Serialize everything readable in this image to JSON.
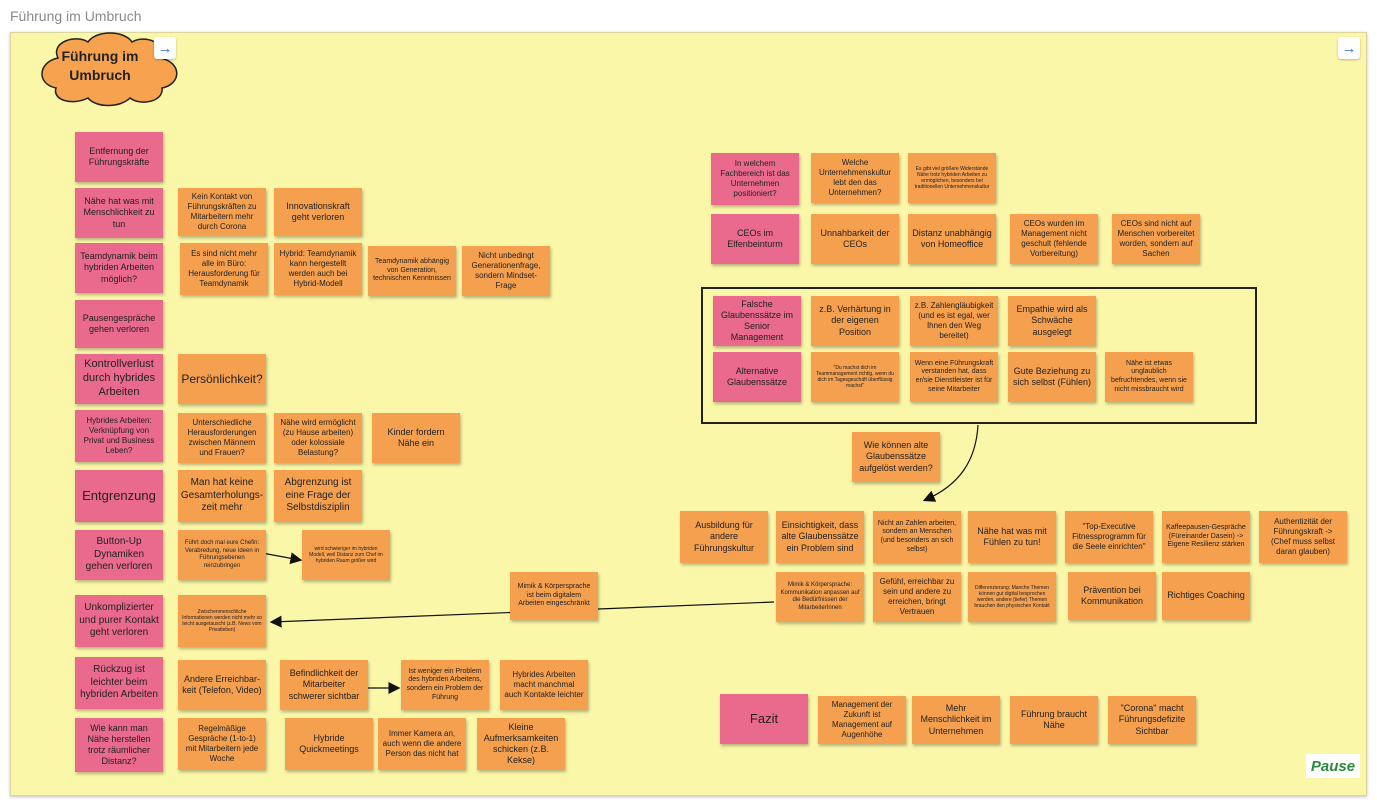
{
  "page": {
    "title": "Führung im Umbruch"
  },
  "board": {
    "cloud_title": "Führung im Umbruch",
    "nav_icon": "arrow-right-icon",
    "pause_label": "Pause",
    "colors": {
      "background": "#fbf7a8",
      "pink": "#ea6a8d",
      "orange": "#f5a04f"
    }
  },
  "left": {
    "n1": "Entfernung der Führungskräfte",
    "n2": "Nähe hat was mit Menschlichkeit zu tun",
    "n2a": "Kein Kontakt von Führungskräften zu Mitarbeitern mehr durch Corona",
    "n2b": "Innovationskraft geht verloren",
    "n3": "Teamdynamik beim hybriden Arbeiten möglich?",
    "n3a": "Es sind nicht mehr alle im Büro: Herausforderung für Teamdynamik",
    "n3b": "Hybrid: Teamdynamik kann hergestellt werden auch bei Hybrid-Modell",
    "n3c": "Teamdynamik abhängig von Generation, technischen Kenntnissen",
    "n3d": "Nicht unbedingt Generationenfrage, sondern Mindset-Frage",
    "n4": "Pausengespräche gehen verloren",
    "n5": "Kontrollverlust durch hybrides Arbeiten",
    "n5a": "Persönlichkeit?",
    "n6": "Hybrides Arbeiten: Verknüpfung von Privat und Business Leben?",
    "n6a": "Unterschiedliche Herausforderungen zwischen Männern und Frauen?",
    "n6b": "Nähe wird ermöglicht (zu Hause arbeiten) oder kolossiale Belastung?",
    "n6c": "Kinder fordern Nähe ein",
    "n7": "Entgrenzung",
    "n7a": "Man hat keine Gesamterholungs-zeit mehr",
    "n7b": "Abgrenzung ist eine Frage der Selbstdisziplin",
    "n8": "Button-Up Dynamiken gehen verloren",
    "n8a": "Führt doch mal eure Chefin: Verabredung, neue Ideen in Führungsebenen reinzubringen",
    "n8b": "wird schwieriger im hybriden Modell, weil Distanz zum Chef im hybriden Raum größer wird",
    "n9": "Unkomplizierter und purer Kontakt geht verloren",
    "n9a": "Zwischenmenschliche Informationen werden nicht mehr so leicht ausgetauscht (z.B. News vom Privatleben)",
    "n10": "Rückzug ist leichter beim hybriden Arbeiten",
    "n10a": "Andere Erreichbar-keit (Telefon, Video)",
    "n10b": "Befindlichkeit der Mitarbeiter schwerer sichtbar",
    "n10c": "Ist weniger ein Problem des hybriden Arbeitens, sondern ein Problem der Führung",
    "n10d": "Hybrides Arbeiten macht manchmal auch Kontakte leichter",
    "n11": "Wie kann man Nähe herstellen trotz räumlicher Distanz?",
    "n11a": "Regelmäßige Gespräche (1-to-1) mit Mitarbeitern jede Woche",
    "n11b": "Hybride Quickmeetings",
    "n11c": "Immer Kamera an, auch wenn die andere Person das nicht hat",
    "n11d": "Kleine Aufmerksamkeiten schicken (z.B. Kekse)"
  },
  "right": {
    "r1": "In welchem Fachbereich ist das Unternehmen positioniert?",
    "r1a": "Welche Unternehmenskultur lebt den das Unternehmen?",
    "r1b": "Es gibt viel größere Widerstände Nähe trotz hybriden Arbeiten zu ermöglichen, besonders bei traditionellen Unternehmenskultur",
    "r2": "CEOs im Elfenbeinturm",
    "r2a": "Unnahbarkeit der CEOs",
    "r2b": "Distanz unabhängig von Homeoffice",
    "r2c": "CEOs wurden im Management nicht geschult (fehlende Vorbereitung)",
    "r2d": "CEOs sind nicht auf Menschen vorbereitet worden, sondern auf Sachen",
    "r3": "Falsche Glaubenssätze im Senior Management",
    "r3a": "z.B. Verhärtung in der eigenen Position",
    "r3b": "z.B. Zahlengläubigkeit (und es ist egal, wer Ihnen den Weg bereitet)",
    "r3c": "Empathie wird als Schwäche ausgelegt",
    "r4": "Alternative Glaubenssätze",
    "r4a": "\"Du machst dich im Teammanagement richtig, wenn du dich im Tagesgeschäft überflüssig machst\"",
    "r4b": "Wenn eine Führungskraft verstanden hat, dass er/sie Dienstleister ist für seine Mitarbeiter",
    "r4c": "Gute Beziehung zu sich selbst (Fühlen)",
    "r4d": "Nähe ist etwas unglaublich befruchtendes, wenn sie nicht missbraucht wird",
    "q": "Wie können alte Glaubenssätze aufgelöst werden?",
    "s1": "Ausbildung für andere Führungskultur",
    "s2": "Einsichtigkeit, dass alte Glaubenssätze ein Problem sind",
    "s3": "Nicht an Zahlen arbeiten, sondern an Menschen (und besonders an sich selbst)",
    "s4": "Nähe hat was mit Fühlen zu tun!",
    "s5": "\"Top-Executive Fitnessprogramm für die Seele einrichten\"",
    "s6": "Kaffeepausen-Gespräche (Füreinander Dasein) -> Eigene Resilienz stärken",
    "s7": "Authentizität der Führungskraft -> (Chef muss selbst daran glauben)",
    "m1": "Mimik & Körpersprache ist beim digitalem Arbeiten eingeschränkt",
    "m2": "Mimik & Körpersprache: Kommunikation anpassen auf die Bedürfnissen der MitarbeiterInnen",
    "m3": "Gefühl, erreichbar zu sein und andere zu erreichen, bringt Vertrauen",
    "m4": "Differenzierung: Manche Themen können gut digital besprochen werden, andere (tiefer) Themen brauchen den physischen Kontakt",
    "m5": "Prävention bei Kommunikation",
    "m6": "Richtiges Coaching",
    "f0": "Fazit",
    "f1": "Management der Zukunft ist Management auf Augenhöhe",
    "f2": "Mehr Menschlichkeit im Unternehmen",
    "f3": "Führung braucht Nähe",
    "f4": "\"Corona\" macht Führungsdefizite Sichtbar"
  }
}
